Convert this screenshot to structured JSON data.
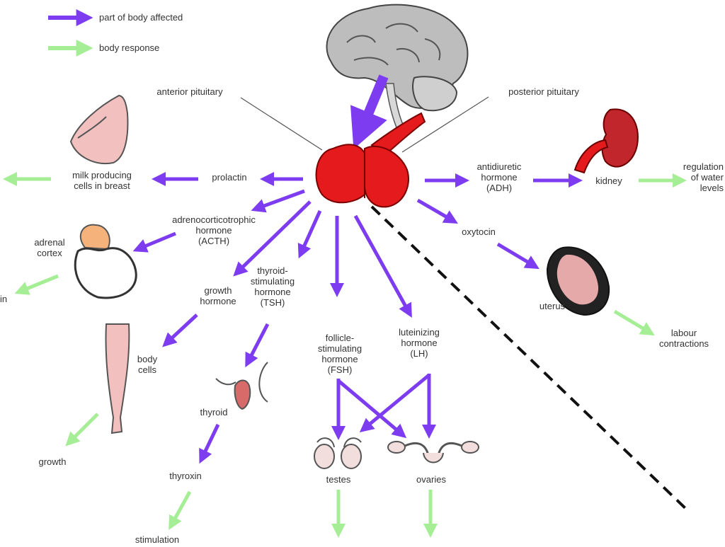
{
  "legend": {
    "affected": "part of body affected",
    "response": "body response"
  },
  "labels": {
    "anterior": "anterior pituitary",
    "posterior": "posterior pituitary",
    "breast": "milk producing\ncells in breast",
    "prolactin": "prolactin",
    "acth": "adrenocorticotrophic\nhormone\n(ACTH)",
    "adrenal": "adrenal\ncortex",
    "growth_hormone": "growth\nhormone",
    "tsh": "thyroid-\nstimulating\nhormone\n(TSH)",
    "body_cells": "body\ncells",
    "growth": "growth",
    "thyroid": "thyroid",
    "thyroxin": "thyroxin",
    "stimulation": "stimulation",
    "fsh": "follicle-\nstimulating\nhormone\n(FSH)",
    "lh": "luteinizing\nhormone\n(LH)",
    "testes": "testes",
    "ovaries": "ovaries",
    "adh": "antidiuretic\nhormone\n(ADH)",
    "kidney": "kidney",
    "regulation": "regulation\nof water\nlevels",
    "oxytocin": "oxytocin",
    "uterus": "uterus",
    "labour": "labour\ncontractions",
    "adrenal_response": "in"
  },
  "colors": {
    "affected": "#7d3cf0",
    "response": "#a6ee96",
    "pituitary": "#e41a1c",
    "leader": "#555555"
  }
}
